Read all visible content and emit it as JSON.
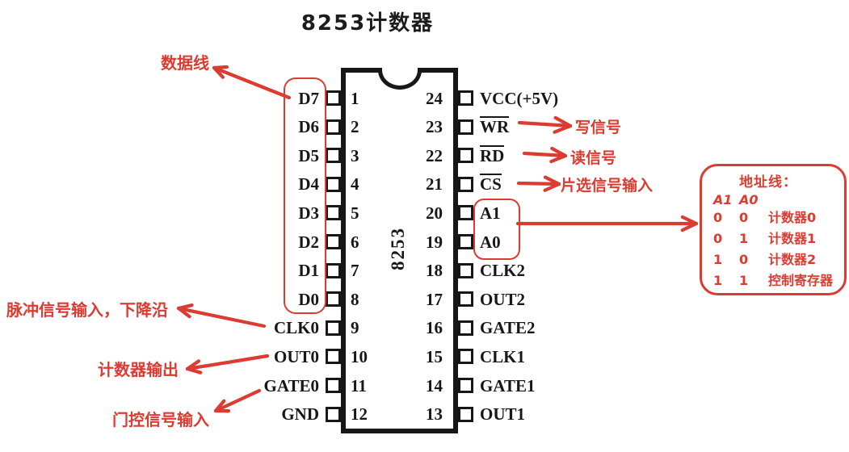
{
  "title": "8253计数器",
  "colors": {
    "annotation_red": "#dc3b31",
    "ink_black": "#171717"
  },
  "chip": {
    "name": "8253",
    "left_pins": [
      {
        "num": "1",
        "label": "D7"
      },
      {
        "num": "2",
        "label": "D6"
      },
      {
        "num": "3",
        "label": "D5"
      },
      {
        "num": "4",
        "label": "D4"
      },
      {
        "num": "5",
        "label": "D3"
      },
      {
        "num": "6",
        "label": "D2"
      },
      {
        "num": "7",
        "label": "D1"
      },
      {
        "num": "8",
        "label": "D0"
      },
      {
        "num": "9",
        "label": "CLK0"
      },
      {
        "num": "10",
        "label": "OUT0"
      },
      {
        "num": "11",
        "label": "GATE0"
      },
      {
        "num": "12",
        "label": "GND"
      }
    ],
    "right_pins": [
      {
        "num": "24",
        "label": "VCC(+5V)",
        "overline": false
      },
      {
        "num": "23",
        "label": "WR",
        "overline": true
      },
      {
        "num": "22",
        "label": "RD",
        "overline": true
      },
      {
        "num": "21",
        "label": "CS",
        "overline": true
      },
      {
        "num": "20",
        "label": "A1",
        "overline": false
      },
      {
        "num": "19",
        "label": "A0",
        "overline": false
      },
      {
        "num": "18",
        "label": "CLK2",
        "overline": false
      },
      {
        "num": "17",
        "label": "OUT2",
        "overline": false
      },
      {
        "num": "16",
        "label": "GATE2",
        "overline": false
      },
      {
        "num": "15",
        "label": "CLK1",
        "overline": false
      },
      {
        "num": "14",
        "label": "GATE1",
        "overline": false
      },
      {
        "num": "13",
        "label": "OUT1",
        "overline": false
      }
    ]
  },
  "annotations": {
    "data_lines": "数据线",
    "write_signal": "写信号",
    "read_signal": "读信号",
    "chip_select": "片选信号输入",
    "pulse_input": "脉冲信号输入，下降沿",
    "counter_output": "计数器输出",
    "gate_input": "门控信号输入"
  },
  "address_table": {
    "title": "地址线：",
    "headers": [
      "A1",
      "A0"
    ],
    "rows": [
      [
        "0",
        "0",
        "计数器0"
      ],
      [
        "0",
        "1",
        "计数器1"
      ],
      [
        "1",
        "0",
        "计数器2"
      ],
      [
        "1",
        "1",
        "控制寄存器"
      ]
    ]
  }
}
